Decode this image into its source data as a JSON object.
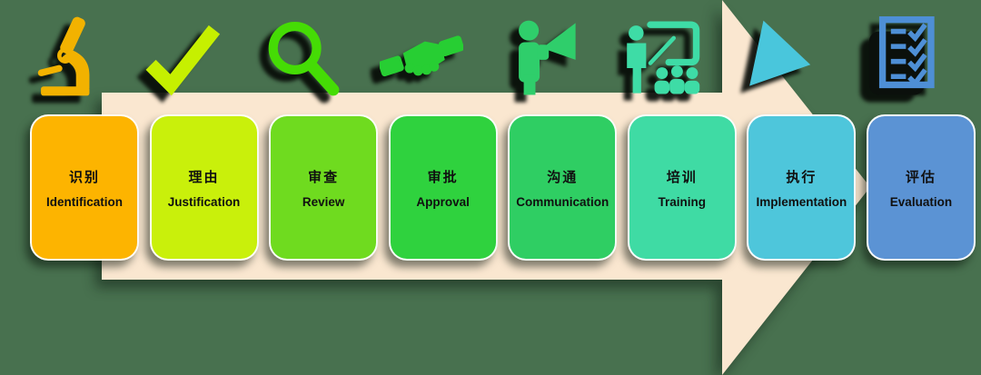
{
  "canvas": {
    "background_color": "#48714F"
  },
  "arrow": {
    "color": "#FAE7D0"
  },
  "steps": [
    {
      "zh": "识别",
      "en": "Identification",
      "card_color": "#FDB400",
      "icon": "microscope-icon",
      "icon_color": "#F2B200"
    },
    {
      "zh": "理由",
      "en": "Justification",
      "card_color": "#C9F00B",
      "icon": "checkmark-icon",
      "icon_color": "#C6F000"
    },
    {
      "zh": "审查",
      "en": "Review",
      "card_color": "#6FDB1F",
      "icon": "magnifier-icon",
      "icon_color": "#45DC05"
    },
    {
      "zh": "审批",
      "en": "Approval",
      "card_color": "#2FD23E",
      "icon": "handshake-icon",
      "icon_color": "#27CE33"
    },
    {
      "zh": "沟通",
      "en": "Communication",
      "card_color": "#2FCE63",
      "icon": "megaphone-person-icon",
      "icon_color": "#2FCE6B"
    },
    {
      "zh": "培训",
      "en": "Training",
      "card_color": "#3FDBA4",
      "icon": "training-presentation-icon",
      "icon_color": "#3EDCA6"
    },
    {
      "zh": "执行",
      "en": "Implementation",
      "card_color": "#4EC6DB",
      "icon": "play-triangle-icon",
      "icon_color": "#49C6DC"
    },
    {
      "zh": "评估",
      "en": "Evaluation",
      "card_color": "#5B93D4",
      "icon": "checklist-icon",
      "icon_color": "#4E8FD6"
    }
  ]
}
